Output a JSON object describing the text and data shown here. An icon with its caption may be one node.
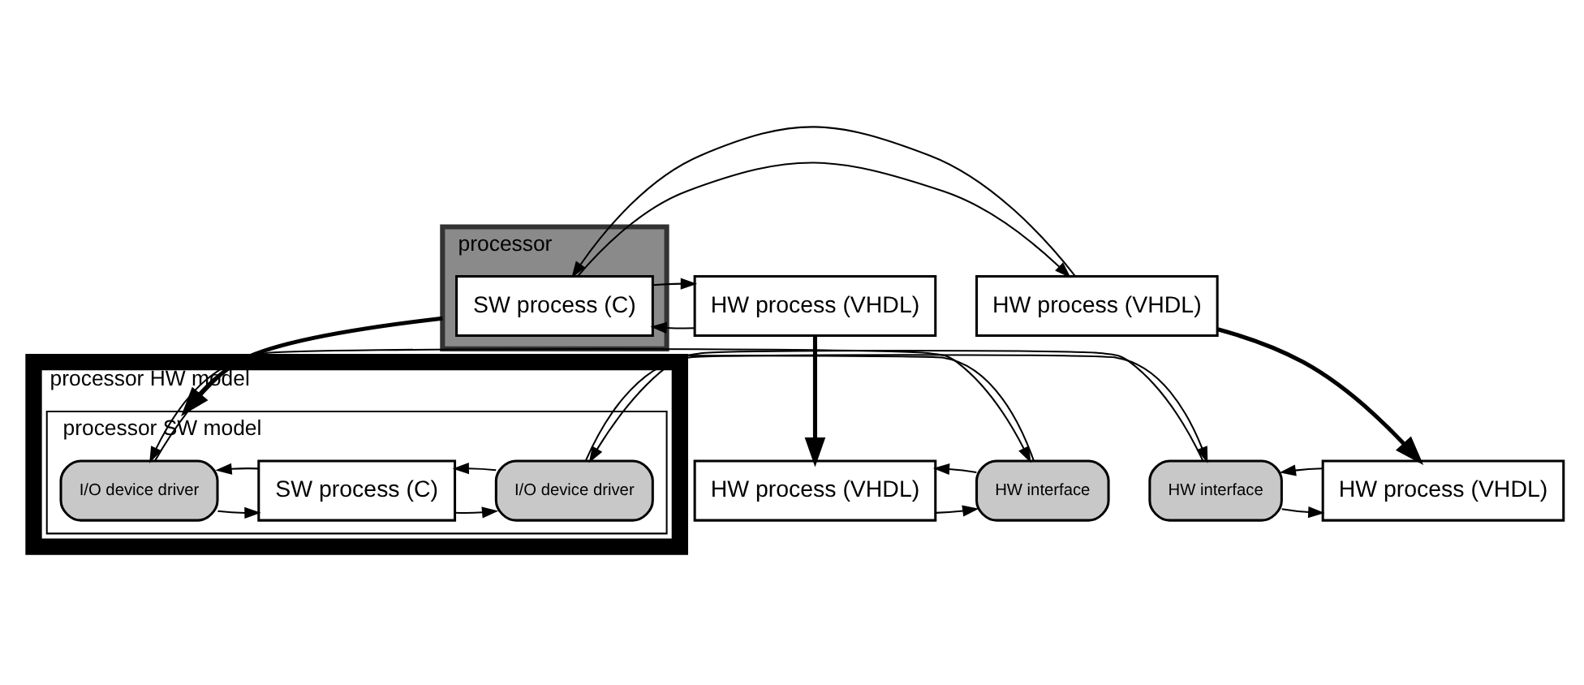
{
  "diagram": {
    "nodes": [
      {
        "text": [
          "processor"
        ]
      },
      {
        "text": [
          "HW process (VHDL)"
        ]
      },
      {
        "text": [
          "SW process (C)"
        ],
        "in": 0
      },
      {
        "text": [
          "HW process (VHDL)"
        ]
      },
      {
        "text": [
          "processor HW model"
        ]
      },
      {
        "text": [
          "processor SW model"
        ],
        "in": 4
      },
      {
        "text": [
          "HW process (VHDL)"
        ]
      },
      {
        "text": [
          "HW interface"
        ]
      },
      {
        "text": [
          "I/O device driver"
        ],
        "in": 5
      },
      {
        "text": [
          "SW process (C)"
        ],
        "in": 5
      },
      {
        "text": [
          "I/O device driver"
        ],
        "in": 5
      },
      {
        "text": [
          "HW interface"
        ]
      },
      {
        "text": [
          "HW process (VHDL)"
        ]
      }
    ],
    "edges": [
      {
        "from": 1,
        "to": 2,
        "arrow": "to"
      },
      {
        "from": 2,
        "to": 1,
        "arrow": "to"
      },
      {
        "from": 2,
        "to": 3,
        "arrow": "to"
      },
      {
        "from": 3,
        "to": 2,
        "arrow": "to"
      },
      {
        "from": 1,
        "to": 6,
        "arrow": "to",
        "style": "thick"
      },
      {
        "from": 0,
        "to": 5,
        "arrow": "to",
        "style": "thick"
      },
      {
        "from": 3,
        "to": 12,
        "arrow": "to",
        "style": "thick"
      },
      {
        "from": 6,
        "to": 7,
        "arrow": "to"
      },
      {
        "from": 7,
        "to": 6,
        "arrow": "to"
      },
      {
        "from": 7,
        "to": 8,
        "arrow": "to"
      },
      {
        "from": 8,
        "to": 7,
        "arrow": "to"
      },
      {
        "from": 8,
        "to": 9,
        "arrow": "to"
      },
      {
        "from": 9,
        "to": 8,
        "arrow": "to"
      },
      {
        "from": 9,
        "to": 10,
        "arrow": "to"
      },
      {
        "from": 10,
        "to": 9,
        "arrow": "to"
      },
      {
        "from": 10,
        "to": 11,
        "arrow": "to"
      },
      {
        "from": 11,
        "to": 10,
        "arrow": "to"
      },
      {
        "from": 11,
        "to": 12,
        "arrow": "to"
      },
      {
        "from": 12,
        "to": 11,
        "arrow": "to"
      }
    ]
  }
}
